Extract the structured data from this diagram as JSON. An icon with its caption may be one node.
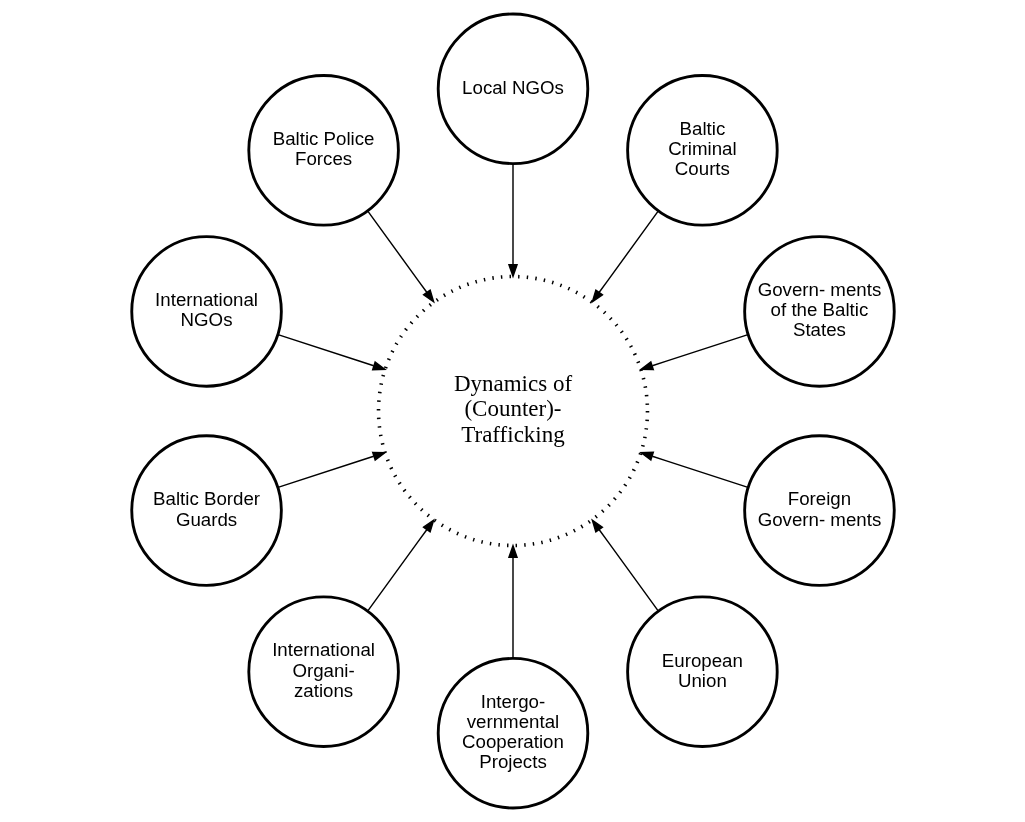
{
  "diagram": {
    "nodes": [
      {
        "text": [
          "Dynamics of (Counter)- Trafficking"
        ]
      },
      {
        "text": [
          "Govern- ments of the Baltic States"
        ]
      },
      {
        "text": [
          "Baltic Criminal Courts"
        ]
      },
      {
        "text": [
          "Local NGOs"
        ]
      },
      {
        "text": [
          "Baltic Police Forces"
        ]
      },
      {
        "text": [
          "International NGOs"
        ]
      },
      {
        "text": [
          "Baltic Border Guards"
        ]
      },
      {
        "text": [
          "International Organi- zations"
        ]
      },
      {
        "text": [
          "Intergo- vernmental Cooperation Projects"
        ]
      },
      {
        "text": [
          "European Union"
        ]
      },
      {
        "text": [
          "Foreign Govern- ments"
        ]
      }
    ],
    "edges": [
      {
        "from": 1,
        "to": 0,
        "arrow": "to"
      },
      {
        "from": 3,
        "to": 0,
        "arrow": "to"
      },
      {
        "from": 5,
        "to": 0,
        "arrow": "to"
      },
      {
        "from": 7,
        "to": 0,
        "arrow": "to"
      },
      {
        "from": 9,
        "to": 0,
        "arrow": "to"
      },
      {
        "from": 10,
        "to": 0,
        "arrow": "to"
      },
      {
        "from": 8,
        "to": 0,
        "arrow": "to"
      },
      {
        "from": 6,
        "to": 0,
        "arrow": "to"
      },
      {
        "from": 4,
        "to": 0,
        "arrow": "to"
      },
      {
        "from": 2,
        "to": 0,
        "arrow": "to"
      }
    ]
  }
}
